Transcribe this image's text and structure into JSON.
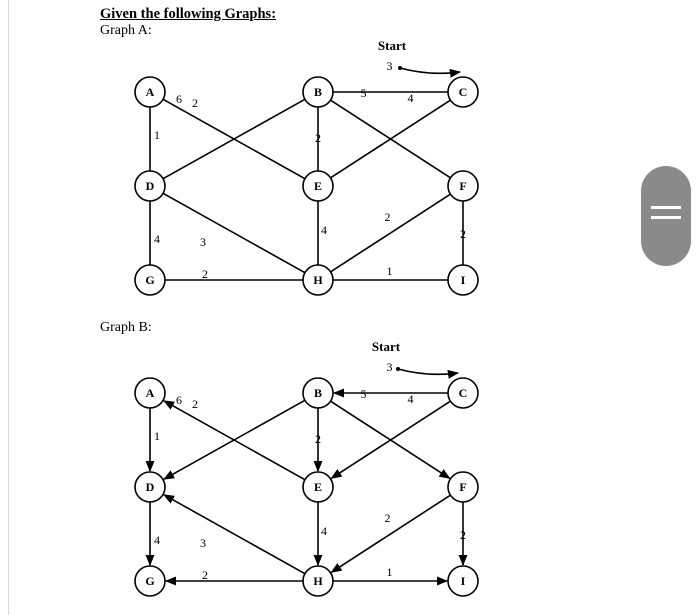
{
  "heading": "Given the following Graphs:",
  "graphs": [
    {
      "id": "A",
      "label": "Graph A:",
      "directed": false,
      "start_label": "Start",
      "nodes": [
        {
          "id": "A",
          "label": "A"
        },
        {
          "id": "B",
          "label": "B"
        },
        {
          "id": "C",
          "label": "C"
        },
        {
          "id": "D",
          "label": "D"
        },
        {
          "id": "E",
          "label": "E"
        },
        {
          "id": "F",
          "label": "F"
        },
        {
          "id": "G",
          "label": "G"
        },
        {
          "id": "H",
          "label": "H"
        },
        {
          "id": "I",
          "label": "I"
        }
      ],
      "edges": [
        {
          "from": "A",
          "to": "D",
          "weight": "1"
        },
        {
          "from": "A",
          "to": "E",
          "weight": "2"
        },
        {
          "from": "D",
          "to": "B",
          "weight": "6"
        },
        {
          "from": "B",
          "to": "C",
          "weight": "3"
        },
        {
          "from": "B",
          "to": "E",
          "weight": "2"
        },
        {
          "from": "B",
          "to": "F",
          "weight": "5"
        },
        {
          "from": "C",
          "to": "E",
          "weight": "4"
        },
        {
          "from": "D",
          "to": "H",
          "weight": "3"
        },
        {
          "from": "D",
          "to": "G",
          "weight": "4"
        },
        {
          "from": "E",
          "to": "H",
          "weight": "4"
        },
        {
          "from": "F",
          "to": "H",
          "weight": "2"
        },
        {
          "from": "F",
          "to": "I",
          "weight": "2"
        },
        {
          "from": "G",
          "to": "H",
          "weight": "2"
        },
        {
          "from": "H",
          "to": "I",
          "weight": "1"
        }
      ]
    },
    {
      "id": "B",
      "label": "Graph B:",
      "directed": true,
      "start_label": "Start",
      "nodes": [
        {
          "id": "A",
          "label": "A"
        },
        {
          "id": "B",
          "label": "B"
        },
        {
          "id": "C",
          "label": "C"
        },
        {
          "id": "D",
          "label": "D"
        },
        {
          "id": "E",
          "label": "E"
        },
        {
          "id": "F",
          "label": "F"
        },
        {
          "id": "G",
          "label": "G"
        },
        {
          "id": "H",
          "label": "H"
        },
        {
          "id": "I",
          "label": "I"
        }
      ],
      "edges": [
        {
          "from": "A",
          "to": "D",
          "weight": "1"
        },
        {
          "from": "E",
          "to": "A",
          "weight": "2"
        },
        {
          "from": "B",
          "to": "D",
          "weight": "6"
        },
        {
          "from": "C",
          "to": "B",
          "weight": "3"
        },
        {
          "from": "B",
          "to": "E",
          "weight": "2"
        },
        {
          "from": "B",
          "to": "F",
          "weight": "5"
        },
        {
          "from": "C",
          "to": "E",
          "weight": "4"
        },
        {
          "from": "H",
          "to": "D",
          "weight": "3"
        },
        {
          "from": "D",
          "to": "G",
          "weight": "4"
        },
        {
          "from": "E",
          "to": "H",
          "weight": "4"
        },
        {
          "from": "F",
          "to": "H",
          "weight": "2"
        },
        {
          "from": "F",
          "to": "I",
          "weight": "2"
        },
        {
          "from": "H",
          "to": "G",
          "weight": "2"
        },
        {
          "from": "H",
          "to": "I",
          "weight": "1"
        }
      ]
    }
  ]
}
